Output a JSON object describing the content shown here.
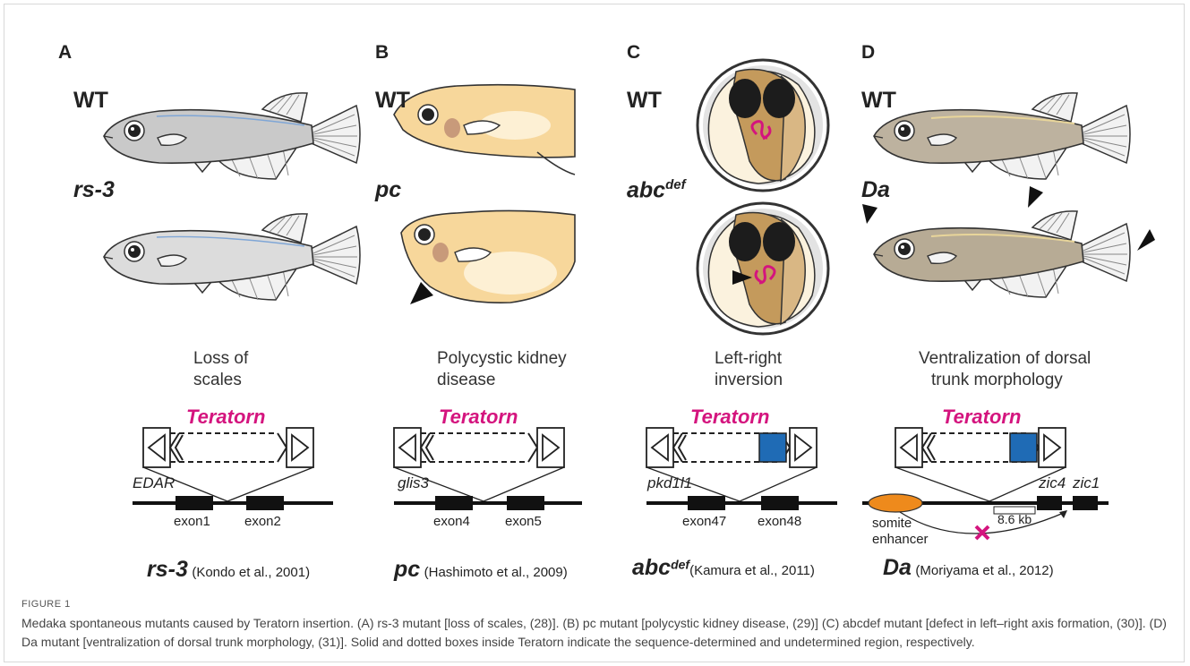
{
  "panels": [
    {
      "letter": "A",
      "wt": "WT",
      "mutant": "rs-3",
      "phenotype_l1": "Loss of",
      "phenotype_l2": "scales",
      "teratorn": "Teratorn",
      "gene": "EDAR",
      "exon_a": "exon1",
      "exon_b": "exon2",
      "ref_mutant": "rs-3",
      "ref_cite": "(Kondo et al., 2001)"
    },
    {
      "letter": "B",
      "wt": "WT",
      "mutant": "pc",
      "phenotype_l1": "Polycystic kidney",
      "phenotype_l2": "disease",
      "teratorn": "Teratorn",
      "gene": "glis3",
      "exon_a": "exon4",
      "exon_b": "exon5",
      "ref_mutant": "pc",
      "ref_cite": "(Hashimoto et al., 2009)"
    },
    {
      "letter": "C",
      "wt": "WT",
      "mutant": "abc",
      "mutant_sup": "def",
      "phenotype_l1": "Left-right",
      "phenotype_l2": "inversion",
      "teratorn": "Teratorn",
      "gene": "pkd1l1",
      "exon_a": "exon47",
      "exon_b": "exon48",
      "ref_mutant": "abc",
      "ref_sup": "def",
      "ref_cite": "(Kamura et al., 2011)"
    },
    {
      "letter": "D",
      "wt": "WT",
      "mutant": "Da",
      "phenotype_l1": "Ventralization of dorsal",
      "phenotype_l2": "trunk morphology",
      "teratorn": "Teratorn",
      "gene_a": "zic4",
      "gene_b": "zic1",
      "enhancer_l1": "somite",
      "enhancer_l2": "enhancer",
      "distance": "8.6 kb",
      "ref_mutant": "Da",
      "ref_cite": "(Moriyama et al., 2012)"
    }
  ],
  "caption": {
    "label": "FIGURE 1",
    "text": "Medaka spontaneous mutants caused by Teratorn insertion. (A) rs-3 mutant [loss of scales, (28)]. (B) pc mutant [polycystic kidney disease, (29)] (C) abcdef mutant [defect in left–right axis formation, (30)]. (D) Da mutant [ventralization of dorsal trunk morphology, (31)]. Solid and dotted boxes inside Teratorn indicate the sequence-determined and undetermined region, respectively."
  },
  "colors": {
    "teratorn": "#d4147e",
    "cite": "#3aa53a",
    "blue_box": "#1f6bb5",
    "enhancer": "#ee8a1c",
    "fish_gray": "#c9c9c9",
    "fish_yellow": "#f7d79b",
    "fish_tan": "#bdb29f",
    "embryo": "#c49a5c"
  },
  "icons": [
    "medaka-fish-icon",
    "embryo-icon",
    "arrowhead-icon",
    "cross-mark-icon"
  ]
}
